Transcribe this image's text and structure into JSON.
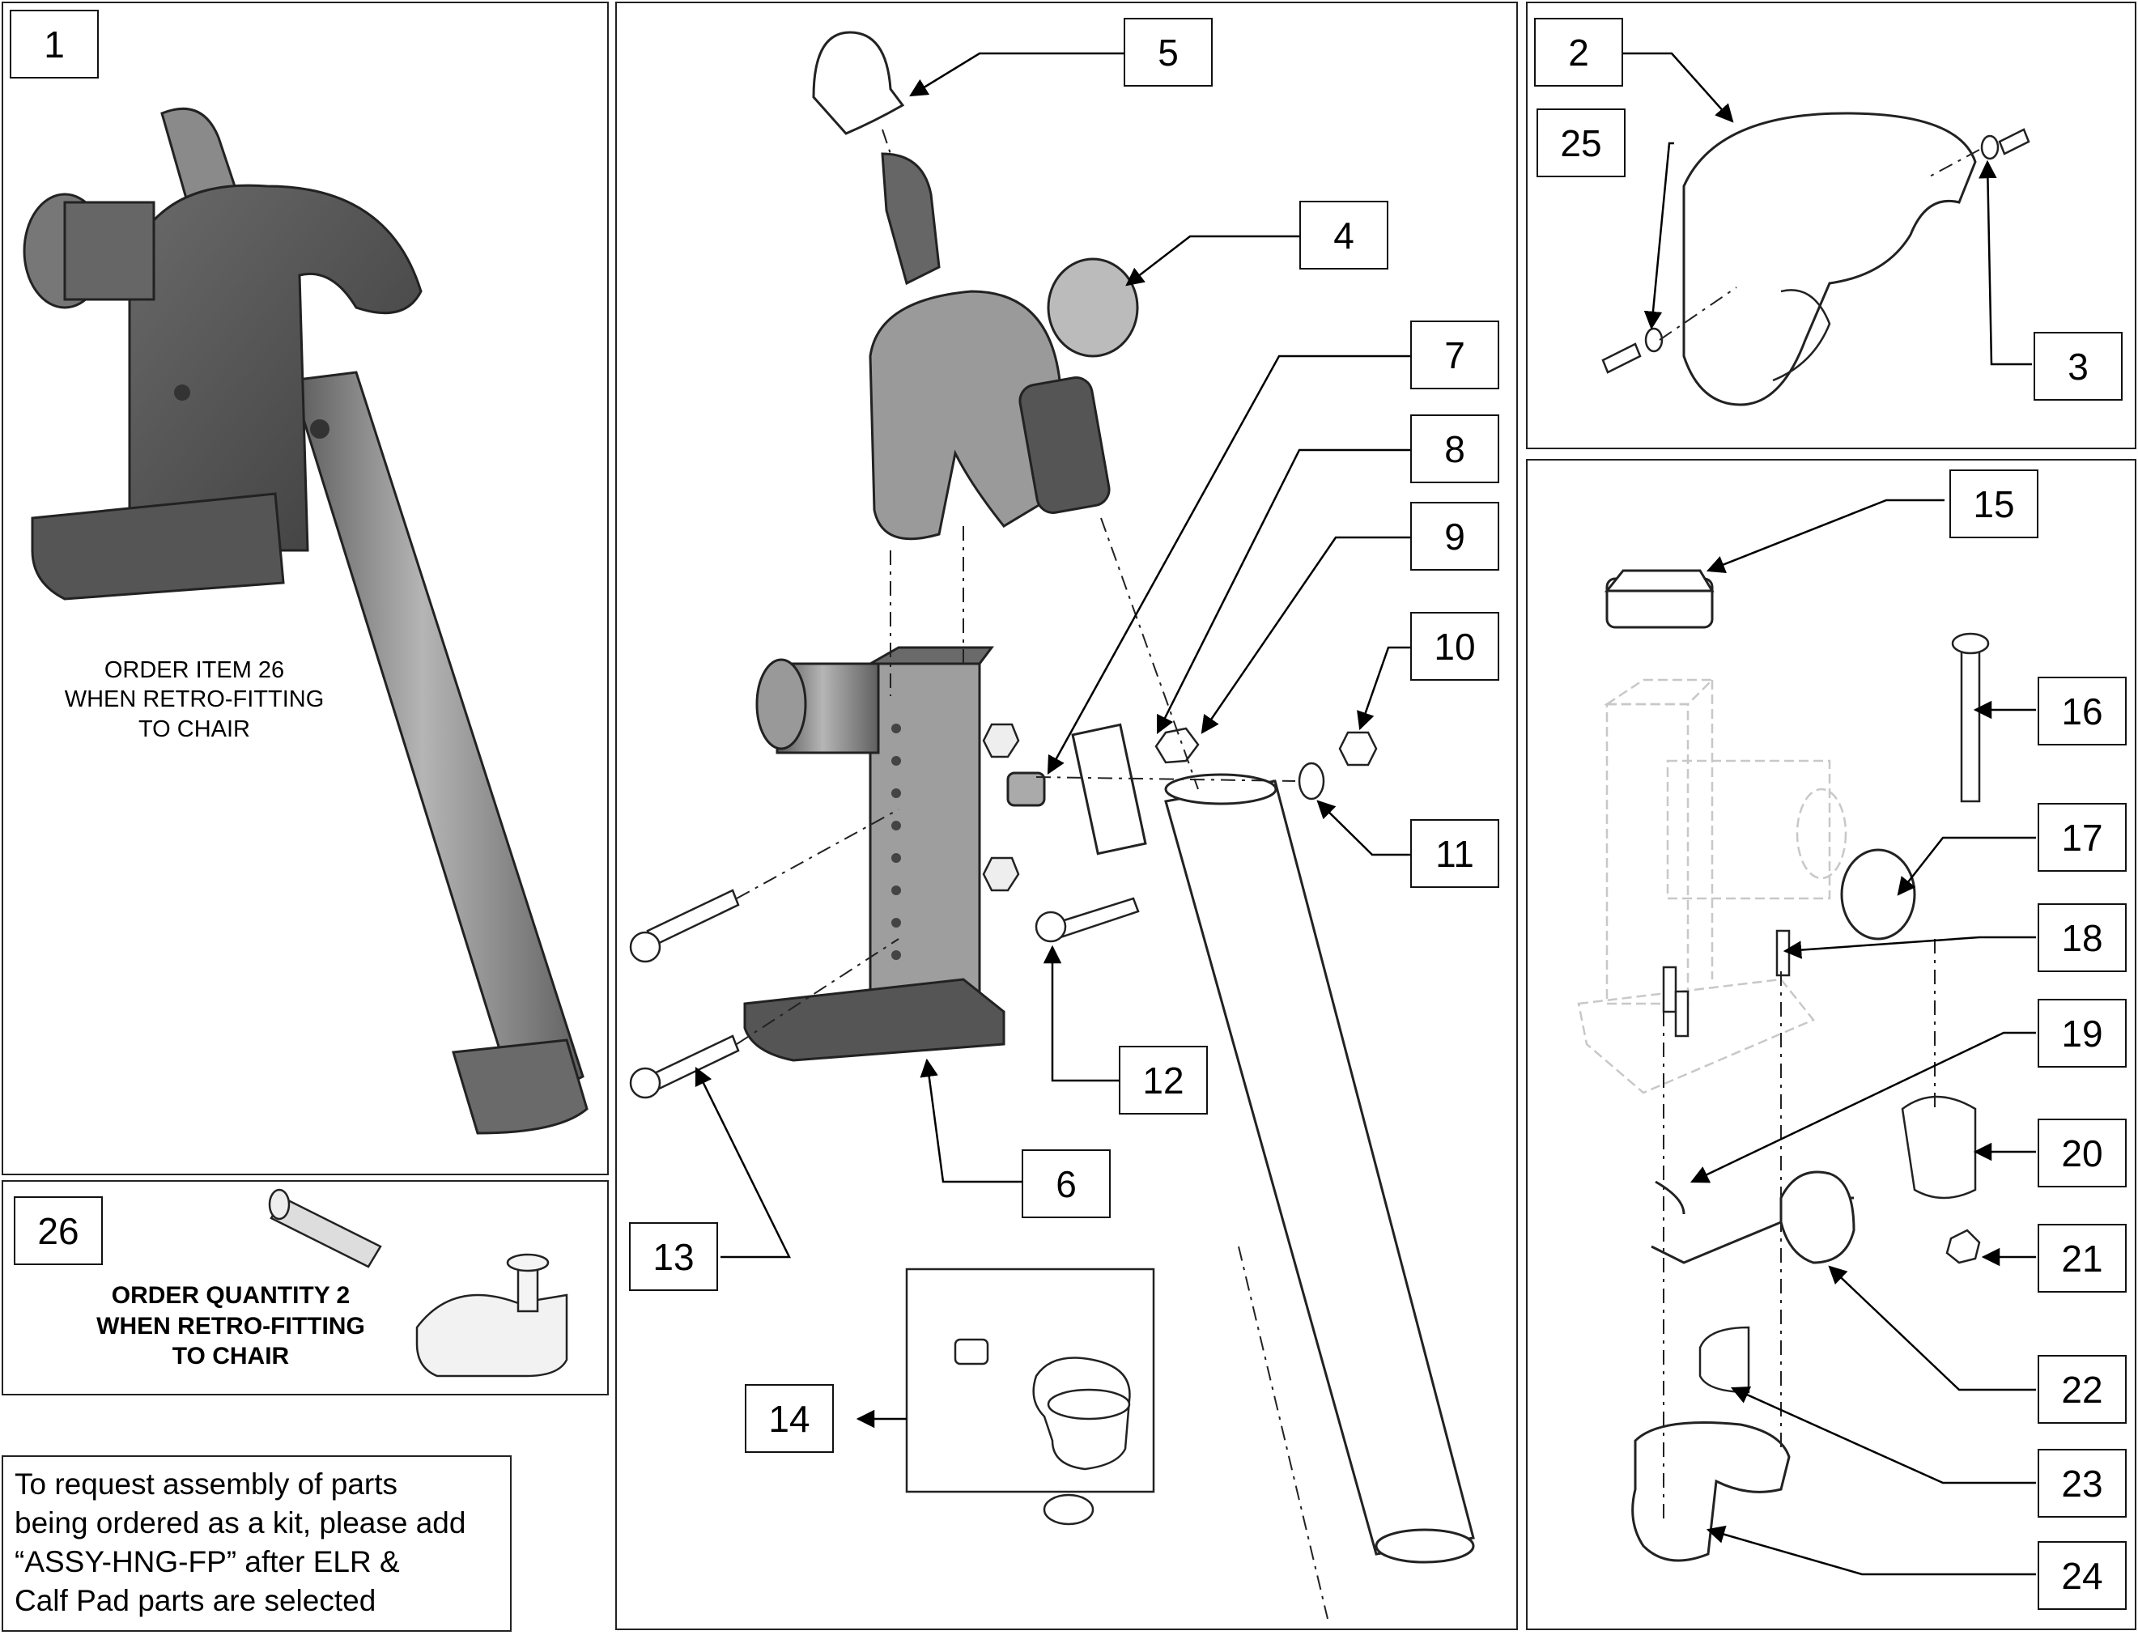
{
  "callouts": {
    "c1": "1",
    "c2": "2",
    "c3": "3",
    "c4": "4",
    "c5": "5",
    "c6": "6",
    "c7": "7",
    "c8": "8",
    "c9": "9",
    "c10": "10",
    "c11": "11",
    "c12": "12",
    "c13": "13",
    "c14": "14",
    "c15": "15",
    "c16": "16",
    "c17": "17",
    "c18": "18",
    "c19": "19",
    "c20": "20",
    "c21": "21",
    "c22": "22",
    "c23": "23",
    "c24": "24",
    "c25": "25",
    "c26": "26"
  },
  "notes": {
    "item1_line1": "ORDER ITEM 26",
    "item1_line2": "WHEN RETRO-FITTING",
    "item1_line3": "TO CHAIR",
    "item26_line1": "ORDER QUANTITY 2",
    "item26_line2": "WHEN RETRO-FITTING",
    "item26_line3": "TO CHAIR"
  },
  "assembly_note": {
    "line1": "To request assembly of parts",
    "line2": "being ordered as a kit, please add",
    "line3": "“ASSY-HNG-FP” after ELR &",
    "line4": "Calf Pad parts are selected"
  },
  "colors": {
    "part_dark": "#4a4a4a",
    "part_mid": "#7a7a7a",
    "part_light": "#a8a8a8",
    "ghost": "#c8c8c8"
  }
}
